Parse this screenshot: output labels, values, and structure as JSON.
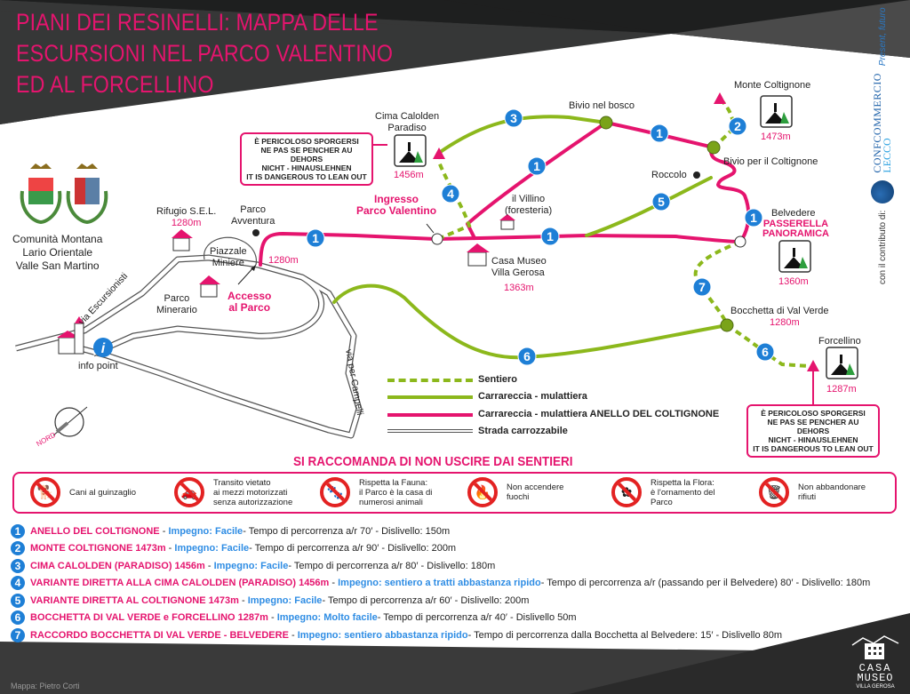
{
  "header": {
    "title_lines": [
      "PIANI DEI RESINELLI: MAPPA DELLE",
      "ESCURSIONI NEL PARCO VALENTINO",
      "ED AL FORCELLINO"
    ]
  },
  "colors": {
    "accent_pink": "#e5146e",
    "route_green": "#8cb81c",
    "route_badge_blue": "#1e7fd6",
    "effort_blue": "#2f8de4",
    "banner_dark": "#363737"
  },
  "community": {
    "lines": [
      "Comunità Montana",
      "Lario Orientale",
      "Valle San Martino"
    ],
    "icon": "coat-of-arms-icon"
  },
  "places": {
    "rifugio": {
      "name": "Rifugio S.E.L.",
      "elev": "1280m"
    },
    "parco_avventura": {
      "name_l1": "Parco",
      "name_l2": "Avventura"
    },
    "piazzale": {
      "name_l1": "Piazzale",
      "name_l2": "Miniere"
    },
    "parco_minerario": {
      "name_l1": "Parco",
      "name_l2": "Minerario"
    },
    "accesso": {
      "name_l1": "Accesso",
      "name_l2": "al Parco",
      "elev": "1280m"
    },
    "info_point": "info point",
    "via_escursionisti": "via Escursionisti",
    "via_campelli": "via per Campelli",
    "nord": "NORD",
    "cima_calolden": {
      "name_l1": "Cima Calolden",
      "name_l2": "Paradiso",
      "elev": "1456m"
    },
    "ingresso": {
      "name_l1": "Ingresso",
      "name_l2": "Parco Valentino"
    },
    "villino": {
      "name_l1": "il Villino",
      "name_l2": "(foresteria)"
    },
    "casa_museo": {
      "name_l1": "Casa Museo",
      "name_l2": "Villa Gerosa",
      "elev": "1363m"
    },
    "bivio_bosco": "Bivio nel bosco",
    "monte_coltignone": {
      "name": "Monte Coltignone",
      "elev": "1473m"
    },
    "bivio_coltignone": "Bivio per il Coltignone",
    "roccolo": "Roccolo",
    "belvedere": {
      "name": "Belvedere",
      "sub_l1": "PASSERELLA",
      "sub_l2": "PANORAMICA",
      "elev": "1360m"
    },
    "bocchetta": {
      "name": "Bocchetta di Val Verde",
      "elev": "1280m"
    },
    "forcellino": {
      "name": "Forcellino",
      "elev": "1287m"
    }
  },
  "danger_notice": "È PERICOLOSO SPORGERSI\nNE PAS SE PENCHER AU DEHORS\nNICHT - HINAUSLEHNEN\nIT IS DANGEROUS TO LEAN OUT",
  "route_badges": [
    "1",
    "1",
    "1",
    "1",
    "1",
    "2",
    "3",
    "4",
    "5",
    "6",
    "6",
    "7"
  ],
  "legend": [
    {
      "label": "Sentiero",
      "style": "dashed-green"
    },
    {
      "label": "Carrareccia - mulattiera",
      "style": "solid-green"
    },
    {
      "label": "Carrareccia - mulattiera ANELLO DEL COLTIGNONE",
      "style": "solid-pink"
    },
    {
      "label": "Strada carrozzabile",
      "style": "double-gray"
    }
  ],
  "warning_title": "SI RACCOMANDA DI NON USCIRE DAI SENTIERI",
  "rules": [
    {
      "icon": "dog-leash-icon",
      "glyph": "🐕",
      "text": "Cani al guinzaglio"
    },
    {
      "icon": "no-vehicles-icon",
      "glyph": "🚗",
      "text": "Transito vietato\nai mezzi motorizzati\nsenza autorizzazione"
    },
    {
      "icon": "animal-tracks-icon",
      "glyph": "🐾",
      "text": "Rispetta la Fauna:\nil Parco è la casa di\nnumerosi animali"
    },
    {
      "icon": "no-fire-icon",
      "glyph": "🔥",
      "text": "Non accendere\nfuochi"
    },
    {
      "icon": "no-flower-picking-icon",
      "glyph": "✿",
      "text": "Rispetta la Flora:\nè l'ornamento del\nParco"
    },
    {
      "icon": "no-littering-icon",
      "glyph": "🗑",
      "text": "Non abbandonare\nrifiuti"
    }
  ],
  "routes": [
    {
      "num": "1",
      "name": "ANELLO DEL COLTIGNONE",
      "effort": "Impegno: Facile",
      "rest": " - Tempo di percorrenza a/r 70′ - Dislivello: 150m"
    },
    {
      "num": "2",
      "name": "MONTE COLTIGNONE 1473m",
      "effort": "Impegno: Facile",
      "rest": " - Tempo di percorrenza a/r 90′ - Dislivello: 200m"
    },
    {
      "num": "3",
      "name": "CIMA CALOLDEN (PARADISO) 1456m",
      "effort": "Impegno: Facile",
      "rest": " - Tempo di percorrenza a/r 80′ - Dislivello: 180m"
    },
    {
      "num": "4",
      "name": "VARIANTE DIRETTA ALLA CIMA CALOLDEN (PARADISO) 1456m",
      "effort": "Impegno: sentiero a tratti abbastanza ripido",
      "rest": " - Tempo di percorrenza a/r (passando per il Belvedere) 80′ - Dislivello: 180m"
    },
    {
      "num": "5",
      "name": "VARIANTE DIRETTA AL COLTIGNONE 1473m",
      "effort": "Impegno: Facile",
      "rest": " - Tempo di percorrenza a/r 60′ - Dislivello: 200m"
    },
    {
      "num": "6",
      "name": "BOCCHETTA DI VAL VERDE e FORCELLINO 1287m",
      "effort": "Impegno: Molto facile",
      "rest": " - Tempo di percorrenza a/r 40′ - Dislivello 50m"
    },
    {
      "num": "7",
      "name": "RACCORDO BOCCHETTA DI VAL VERDE - BELVEDERE",
      "effort": "Impegno: sentiero abbastanza ripido",
      "rest": "- Tempo di percorrenza dalla Bocchetta al Belvedere: 15′ - Dislivello 80m"
    }
  ],
  "sponsor": {
    "label": "con il contributo di:",
    "brand_l1": "CONFCOMMERCIO",
    "brand_l2": "LECCO",
    "tagline": "Present, futuro"
  },
  "casa_logo": {
    "l1": "CASA",
    "l2": "MUSEO",
    "l3": "VILLA GEROSA"
  },
  "credit": "Mappa: Pietro Corti"
}
